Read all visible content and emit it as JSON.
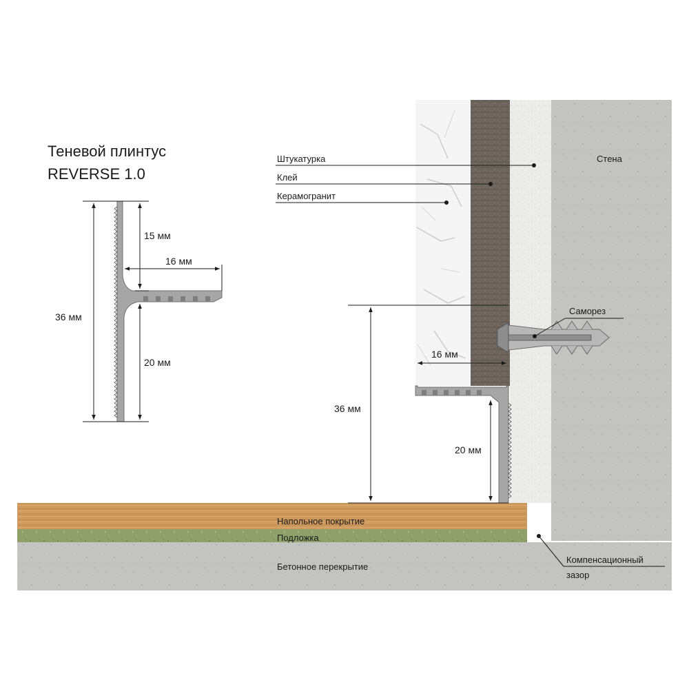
{
  "title": {
    "line1": "Теневой плинтус",
    "line2": "REVERSE 1.0"
  },
  "profile_dims": {
    "top": "15 мм",
    "width": "16 мм",
    "total": "36 мм",
    "bottom": "20 мм"
  },
  "install_dims": {
    "width": "16 мм",
    "total": "36 мм",
    "bottom": "20 мм"
  },
  "callouts": {
    "plaster": "Штукатурка",
    "glue": "Клей",
    "tile": "Керамогранит",
    "wall": "Стена",
    "screw": "Саморез",
    "floor_cover": "Напольное покрытие",
    "underlay": "Подложка",
    "slab": "Бетонное перекрытие",
    "gap_line1": "Компенсационный",
    "gap_line2": "зазор"
  },
  "colors": {
    "concrete": "#c4c4c2",
    "plaster": "#ededeb",
    "glue": "#6e665e",
    "tile": "#f4f4f4",
    "wood": "#cf9a5e",
    "underlay": "#8fa06a",
    "profile": "#a3a3a3",
    "line": "#1a1a1a"
  }
}
